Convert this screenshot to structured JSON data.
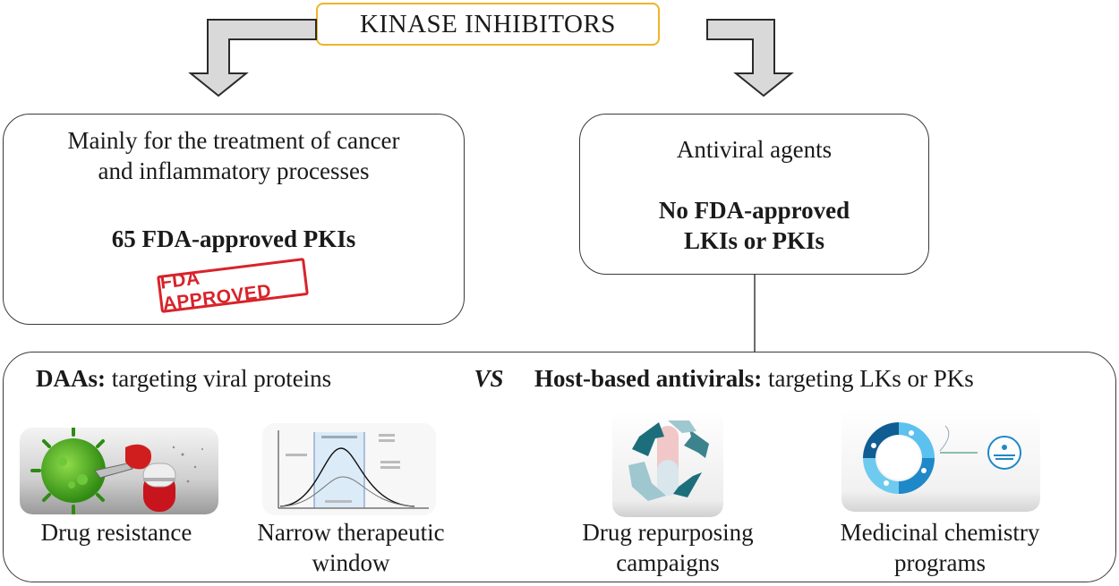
{
  "title": "KINASE INHIBITORS",
  "left_box": {
    "line1": "Mainly for the treatment of cancer",
    "line2": "and inflammatory processes",
    "bold_line": "65 FDA-approved PKIs",
    "stamp_text": "FDA APPROVED"
  },
  "right_box": {
    "line1": "Antiviral agents",
    "bold_line1": "No FDA-approved",
    "bold_line2": "LKIs or PKIs"
  },
  "bottom": {
    "daas_bold": "DAAs:",
    "daas_rest": " targeting viral proteins",
    "vs": "VS",
    "host_bold": "Host-based antivirals:",
    "host_rest": " targeting LKs or PKs",
    "captions": {
      "drug_resistance": "Drug resistance",
      "narrow_line1": "Narrow therapeutic",
      "narrow_line2": "window",
      "repurposing_line1": "Drug repurposing",
      "repurposing_line2": "campaigns",
      "medchem_line1": "Medicinal chemistry",
      "medchem_line2": "programs"
    }
  },
  "icons": {
    "virus": "virus-boxing-capsule-icon",
    "curve": "therapeutic-window-curve-icon",
    "recycle": "recycle-capsule-icon",
    "cycle": "candidate-selection-cycle-icon"
  },
  "colors": {
    "title_border": "#f0b429",
    "stamp_red": "#d8232a",
    "virus_green": "#3aa01c",
    "capsule_red": "#c8141c",
    "recycle_teal": "#1c6f7a",
    "cycle_blue": "#1e88c8"
  }
}
